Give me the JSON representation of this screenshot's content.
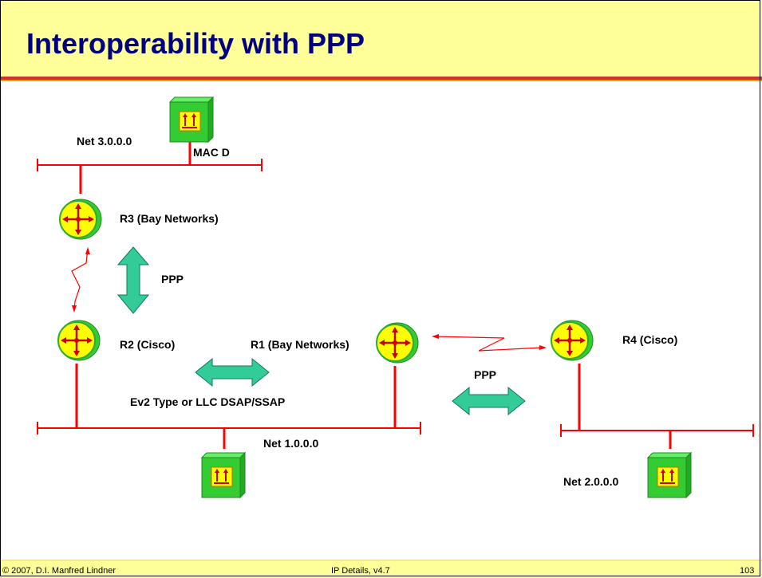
{
  "slide": {
    "title": "Interoperability with PPP"
  },
  "diagram": {
    "networks": {
      "net3": "Net 3.0.0.0",
      "net1": "Net 1.0.0.0",
      "net2": "Net 2.0.0.0"
    },
    "hosts": {
      "mac_d": "MAC D"
    },
    "routers": {
      "r1": "R1 (Bay Networks)",
      "r2": "R2 (Cisco)",
      "r3": "R3 (Bay Networks)",
      "r4": "R4 (Cisco)"
    },
    "links": {
      "ppp_left": "PPP",
      "ppp_right": "PPP",
      "encapsulation": "Ev2 Type or LLC DSAP/SSAP"
    },
    "colors": {
      "network_line": "#ff0000",
      "router_fill": "#ffff00",
      "router_ring": "#33cc33",
      "host_fill": "#33cc33",
      "arrow_fill": "#33cc99"
    }
  },
  "footer": {
    "copyright": "© 2007, D.I. Manfred Lindner",
    "version": "IP Details, v4.7",
    "page": "103"
  }
}
